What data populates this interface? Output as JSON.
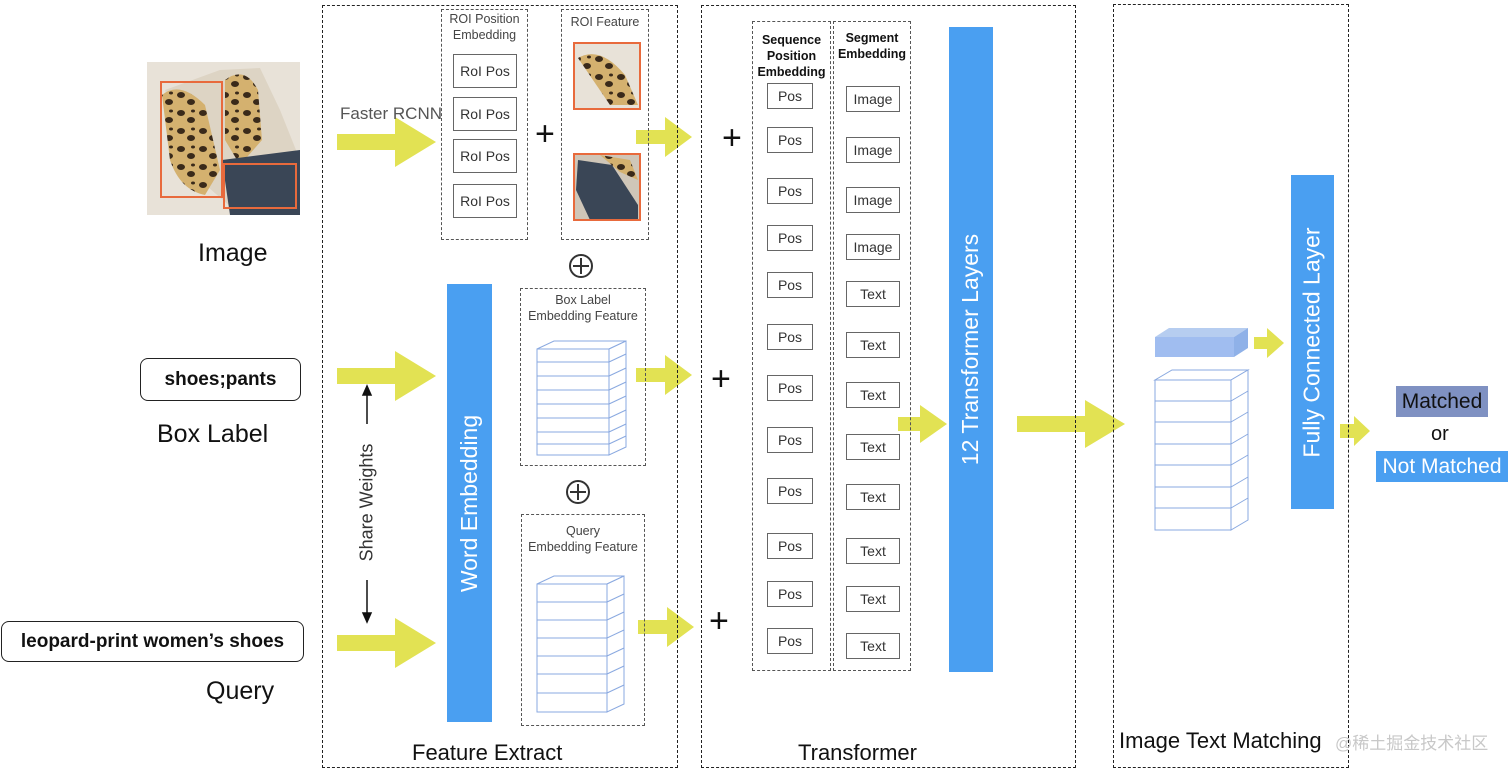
{
  "left_labels": {
    "image": "Image",
    "box_label": "Box Label",
    "query": "Query",
    "box_label_value": "shoes;pants",
    "query_value": "leopard-print women’s shoes",
    "share_weights": "Share Weights",
    "faster_rcnn": "Faster RCNN"
  },
  "feature_extract": {
    "title": "Feature Extract",
    "roi_position_title": "ROI Position\nEmbedding",
    "roi_pos_items": [
      "RoI Pos",
      "RoI Pos",
      "RoI Pos",
      "RoI Pos"
    ],
    "roi_feature_title": "ROI Feature",
    "word_embedding": "Word Embedding",
    "box_label_feature_title": "Box Label\nEmbedding Feature",
    "query_feature_title": "Query\nEmbedding Feature",
    "plus": "+"
  },
  "transformer": {
    "title": "Transformer",
    "seq_pos_title": "Sequence\nPosition\nEmbedding",
    "segment_title": "Segment\nEmbedding",
    "pos_items": [
      "Pos",
      "Pos",
      "Pos",
      "Pos",
      "Pos",
      "Pos",
      "Pos",
      "Pos",
      "Pos",
      "Pos",
      "Pos",
      "Pos"
    ],
    "segment_items": [
      "Image",
      "Image",
      "Image",
      "Image",
      "Text",
      "Text",
      "Text",
      "Text",
      "Text",
      "Text",
      "Text",
      "Text"
    ],
    "layers": "12 Transformer Layers"
  },
  "matching": {
    "title": "Image Text Matching",
    "fc_layer": "Fully Connected Layer",
    "matched": "Matched",
    "or": "or",
    "not_matched": "Not Matched"
  },
  "watermark": "@稀土掘金技术社区",
  "colors": {
    "arrow": "#e2e253",
    "blue": "#4a9ff1",
    "matched_bg": "#7f91c2",
    "not_matched_bg": "#4a9ff1",
    "bbox": "#e86a3c"
  }
}
